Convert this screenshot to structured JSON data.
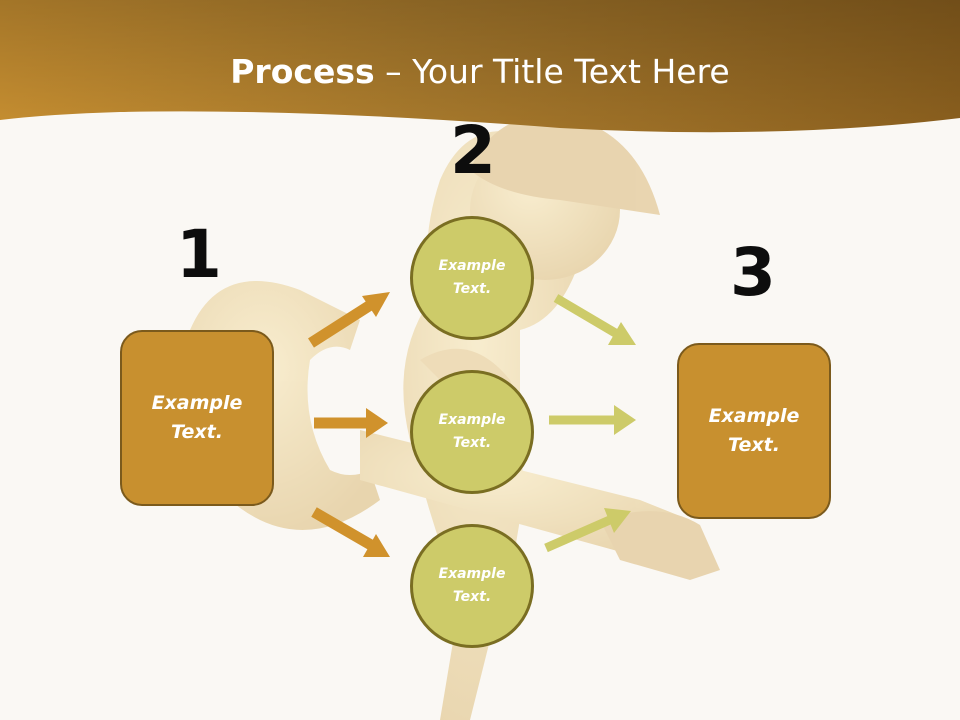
{
  "title": {
    "bold": "Process",
    "rest": " – Your Title Text Here"
  },
  "steps": [
    {
      "number": "1"
    },
    {
      "number": "2"
    },
    {
      "number": "3"
    }
  ],
  "boxes": [
    {
      "line1": "Example",
      "line2": "Text."
    },
    {
      "line1": "Example",
      "line2": "Text."
    }
  ],
  "circles": [
    {
      "line1": "Example",
      "line2": "Text."
    },
    {
      "line1": "Example",
      "line2": "Text."
    },
    {
      "line1": "Example",
      "line2": "Text."
    }
  ],
  "colors": {
    "banner": "#a9782a",
    "box_fill": "#c8902f",
    "circle_fill": "#cdcb69",
    "arrow_left": "#d0922c",
    "arrow_right": "#cdcb69"
  }
}
